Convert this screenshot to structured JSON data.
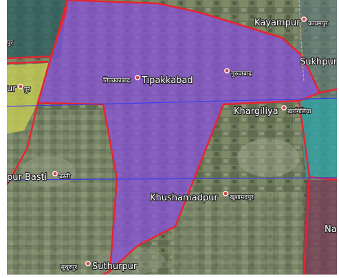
{
  "map": {
    "base_layer": "satellite",
    "colors": {
      "boundary": "#e8242f",
      "selected_region": "#8a4fe0",
      "region_teal_dark": "#2c5f63",
      "region_yellow": "#c7cd55",
      "region_cyan": "#2fa3a7",
      "region_maroon": "#7a3d5a",
      "region_gray": "#5c7a83",
      "guide_line": "#3d3df0",
      "road": "#d9a35f"
    },
    "places": [
      {
        "id": "tipakkabad",
        "name": "Tipakkabad",
        "local": "तिपक्काबाद"
      },
      {
        "id": "kayampur",
        "name": "Kayampur",
        "local": "कायमपुर"
      },
      {
        "id": "sukhpur",
        "name": "Sukhpur",
        "local": ""
      },
      {
        "id": "khargiliya",
        "name": "Khargiliya",
        "local": "खरगिलिया"
      },
      {
        "id": "khushamadpur",
        "name": "Khushamadpur",
        "local": "खुशामदपुर"
      },
      {
        "id": "suthurpur",
        "name": "Suthurpur",
        "local": "सुथुरपुर"
      },
      {
        "id": "pur-basti",
        "name": "pur Basti",
        "local": "बस्ती"
      },
      {
        "id": "west-pur",
        "name": "ur",
        "local": "पुर"
      },
      {
        "id": "east-na",
        "name": "Na",
        "local": ""
      },
      {
        "id": "northwest-pur",
        "name": "",
        "local": "पुर"
      },
      {
        "id": "unnamed-village",
        "name": "",
        "local": "गुरुवाबाद"
      }
    ]
  }
}
